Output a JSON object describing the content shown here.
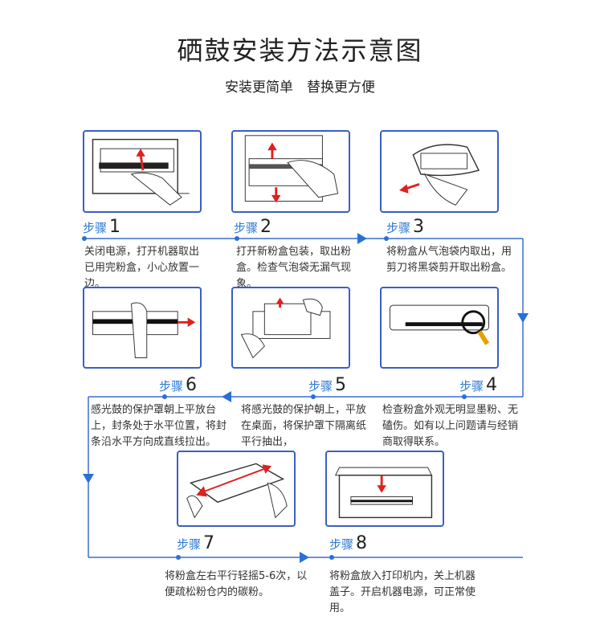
{
  "title": "硒鼓安装方法示意图",
  "subtitle": "安装更简单　替换更方便",
  "step_word": "步骤",
  "steps": [
    {
      "num": "1",
      "text": "关闭电源，打开机器取出已用完粉盒，小心放置一边。"
    },
    {
      "num": "2",
      "text": "打开新粉盒包装，取出粉盒。检查气泡袋无漏气现象。"
    },
    {
      "num": "3",
      "text": "将粉盒从气泡袋内取出，用剪刀将黑袋剪开取出粉盒。"
    },
    {
      "num": "4",
      "text": "检查粉盒外观无明显墨粉、无磕伤。如有以上问题请与经销商取得联系。"
    },
    {
      "num": "5",
      "text": "将感光鼓的保护朝上，平放在桌面，将保护罩下隔离纸平行抽出，"
    },
    {
      "num": "6",
      "text": "感光鼓的保护罩朝上平放台上，封条处于水平位置，将封条沿水平方向成直线拉出。"
    },
    {
      "num": "7",
      "text": "将粉盒左右平行轻摇5-6次，以便疏松粉仓内的碳粉。"
    },
    {
      "num": "8",
      "text": "将粉盒放入打印机内，关上机器盖子。开启机器电源，可正常使用。"
    }
  ],
  "colors": {
    "line": "#3a6fd0",
    "label": "#2a78d2",
    "frame": "#3a5fc4",
    "accent_red": "#e02020"
  }
}
